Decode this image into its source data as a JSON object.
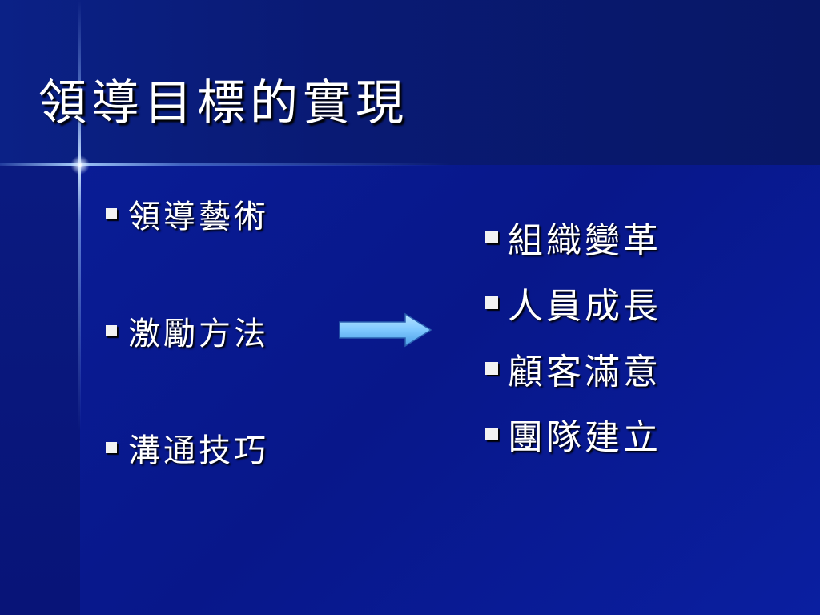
{
  "slide": {
    "title": "領導目標的實現",
    "left_bullets": [
      {
        "label": "領導藝術"
      },
      {
        "label": "激勵方法"
      },
      {
        "label": "溝通技巧"
      }
    ],
    "right_bullets": [
      {
        "label": "組織變革"
      },
      {
        "label": "人員成長"
      },
      {
        "label": "顧客滿意"
      },
      {
        "label": "團隊建立"
      }
    ],
    "arrow_icon": "right-arrow-icon",
    "colors": {
      "background": "#0a1a8c",
      "text": "#ffffff",
      "arrow_fill": "#7fc8ff",
      "bullet": "#f2f2f2"
    }
  }
}
